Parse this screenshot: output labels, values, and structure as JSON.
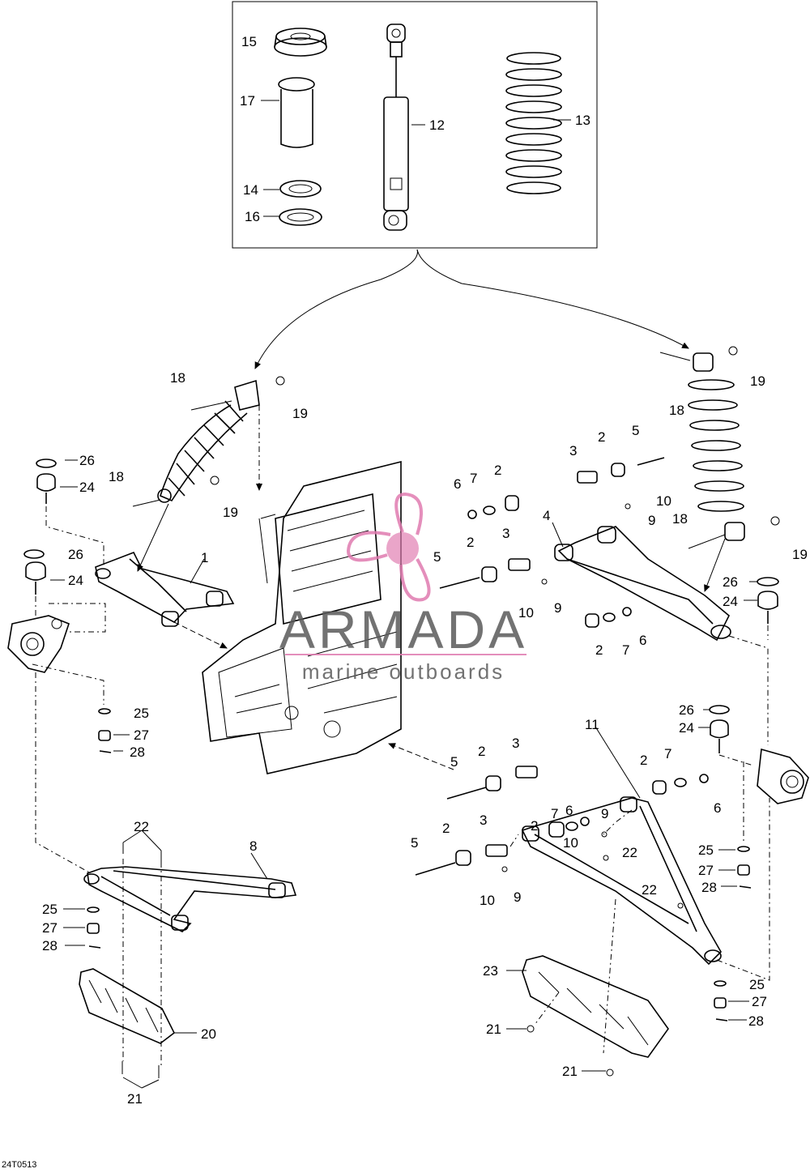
{
  "callouts": [
    {
      "id": "c15",
      "text": "15"
    },
    {
      "id": "c17",
      "text": "17"
    },
    {
      "id": "c12",
      "text": "12"
    },
    {
      "id": "c13",
      "text": "13"
    },
    {
      "id": "c14",
      "text": "14"
    },
    {
      "id": "c16",
      "text": "16"
    },
    {
      "id": "c18a",
      "text": "18"
    },
    {
      "id": "c19a",
      "text": "19"
    },
    {
      "id": "c18b",
      "text": "18"
    },
    {
      "id": "c19b",
      "text": "19"
    },
    {
      "id": "c26a",
      "text": "26"
    },
    {
      "id": "c24a",
      "text": "24"
    },
    {
      "id": "c26b",
      "text": "26"
    },
    {
      "id": "c24b",
      "text": "24"
    },
    {
      "id": "c1",
      "text": "1"
    },
    {
      "id": "c25a",
      "text": "25"
    },
    {
      "id": "c27a",
      "text": "27"
    },
    {
      "id": "c28a",
      "text": "28"
    },
    {
      "id": "c18c",
      "text": "18"
    },
    {
      "id": "c19c",
      "text": "19"
    },
    {
      "id": "c18d",
      "text": "18"
    },
    {
      "id": "c19d",
      "text": "19"
    },
    {
      "id": "c3a",
      "text": "3"
    },
    {
      "id": "c2a",
      "text": "2"
    },
    {
      "id": "c5a",
      "text": "5"
    },
    {
      "id": "c6a",
      "text": "6"
    },
    {
      "id": "c7a",
      "text": "7"
    },
    {
      "id": "c2b",
      "text": "2"
    },
    {
      "id": "c10a",
      "text": "10"
    },
    {
      "id": "c9a",
      "text": "9"
    },
    {
      "id": "c4",
      "text": "4"
    },
    {
      "id": "c2c",
      "text": "2"
    },
    {
      "id": "c3b",
      "text": "3"
    },
    {
      "id": "c5b",
      "text": "5"
    },
    {
      "id": "c10b",
      "text": "10"
    },
    {
      "id": "c9b",
      "text": "9"
    },
    {
      "id": "c2d",
      "text": "2"
    },
    {
      "id": "c7b",
      "text": "7"
    },
    {
      "id": "c6b",
      "text": "6"
    },
    {
      "id": "c26c",
      "text": "26"
    },
    {
      "id": "c24c",
      "text": "24"
    },
    {
      "id": "c11",
      "text": "11"
    },
    {
      "id": "c26d",
      "text": "26"
    },
    {
      "id": "c24d",
      "text": "24"
    },
    {
      "id": "c5c",
      "text": "5"
    },
    {
      "id": "c2e",
      "text": "2"
    },
    {
      "id": "c3c",
      "text": "3"
    },
    {
      "id": "c2f",
      "text": "2"
    },
    {
      "id": "c7c",
      "text": "7"
    },
    {
      "id": "c9c",
      "text": "9"
    },
    {
      "id": "c6c",
      "text": "6"
    },
    {
      "id": "c2g",
      "text": "2"
    },
    {
      "id": "c7d",
      "text": "7"
    },
    {
      "id": "c6d",
      "text": "6"
    },
    {
      "id": "c10c",
      "text": "10"
    },
    {
      "id": "c5d",
      "text": "5"
    },
    {
      "id": "c2h",
      "text": "2"
    },
    {
      "id": "c3d",
      "text": "3"
    },
    {
      "id": "c22a",
      "text": "22"
    },
    {
      "id": "c22b",
      "text": "22"
    },
    {
      "id": "c22c",
      "text": "22"
    },
    {
      "id": "c10d",
      "text": "10"
    },
    {
      "id": "c9d",
      "text": "9"
    },
    {
      "id": "c25b",
      "text": "25"
    },
    {
      "id": "c27b",
      "text": "27"
    },
    {
      "id": "c28b",
      "text": "28"
    },
    {
      "id": "c8",
      "text": "8"
    },
    {
      "id": "c25c",
      "text": "25"
    },
    {
      "id": "c27c",
      "text": "27"
    },
    {
      "id": "c28c",
      "text": "28"
    },
    {
      "id": "c20",
      "text": "20"
    },
    {
      "id": "c21a",
      "text": "21"
    },
    {
      "id": "c23",
      "text": "23"
    },
    {
      "id": "c21b",
      "text": "21"
    },
    {
      "id": "c21c",
      "text": "21"
    },
    {
      "id": "c25d",
      "text": "25"
    },
    {
      "id": "c27d",
      "text": "27"
    },
    {
      "id": "c28d",
      "text": "28"
    }
  ],
  "watermark": {
    "brand": "ARMADA",
    "tagline": "marine outboards",
    "accent_color": "#e07bb0"
  },
  "reference_code": "24T0513"
}
